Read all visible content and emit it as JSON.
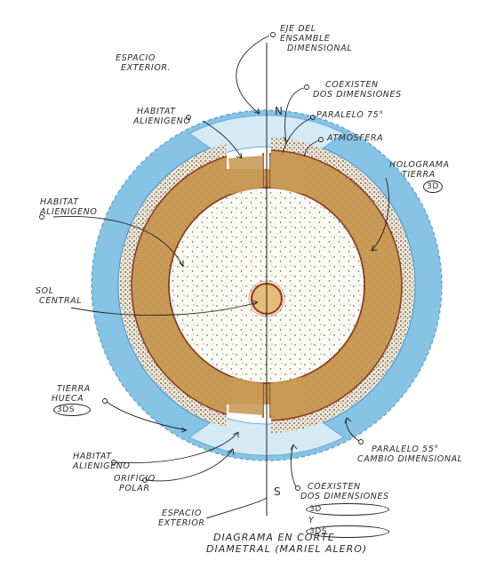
{
  "labels": {
    "eje_line1": "EJE DEL",
    "eje_line2": "ENSAMBLE",
    "eje_line3": "DIMENSIONAL",
    "espacio_top_1": "ESPACIO",
    "espacio_top_2": "EXTERIOR.",
    "coexisten_top_1": "COEXISTEN",
    "coexisten_top_2": "DOS DIMENSIONES",
    "north": "N",
    "south": "S",
    "habitat_top_1": "HABITAT",
    "habitat_top_2": "ALIENIGENO",
    "paralelo75": "PARALELO 75°",
    "atmosfera": "ATMOSFERA",
    "holograma_1": "HOLOGRAMA",
    "holograma_2": "TIERRA",
    "holograma_badge": "3D",
    "habitat_left_1": "HABITAT",
    "habitat_left_2": "ALIENIGENO",
    "sol_1": "SOL",
    "sol_2": "CENTRAL",
    "tierra_1": "TIERRA",
    "tierra_2": "HUECA",
    "tierra_badge": "3DS",
    "habitat_bottom_1": "HABITAT",
    "habitat_bottom_2": "ALIENIGENO",
    "orificio_1": "ORIFICIO",
    "orificio_2": "POLAR",
    "paralelo55_1": "PARALELO 55°",
    "paralelo55_2": "CAMBIO DIMENSIONAL",
    "coexisten_bottom_1": "COEXISTEN",
    "coexisten_bottom_2": "DOS DIMENSIONES",
    "coexisten_badge_a": "3D",
    "coexisten_y": "Y",
    "coexisten_badge_b": "3DS",
    "espacio_bottom_1": "ESPACIO",
    "espacio_bottom_2": "EXTERIOR",
    "title_1": "DIAGRAMA EN CORTE",
    "title_2": "DIAMETRAL (MARIEL ALERO)"
  },
  "colors": {
    "atmosphere_blue": "#8cc7e6",
    "atmosphere_edge": "#4e98c8",
    "polar_light": "#cfe6f3",
    "crust": "#c99a56",
    "crust_light": "#dcb878",
    "crust_border": "#8a3f22",
    "speckle_band": "#efe9de",
    "inner_space": "#fcfaf4",
    "sun": "#e6bd78",
    "sun_ring": "#9a3d20"
  },
  "icons": [
    "north-marker",
    "south-marker",
    "badge-3d",
    "badge-3ds"
  ]
}
